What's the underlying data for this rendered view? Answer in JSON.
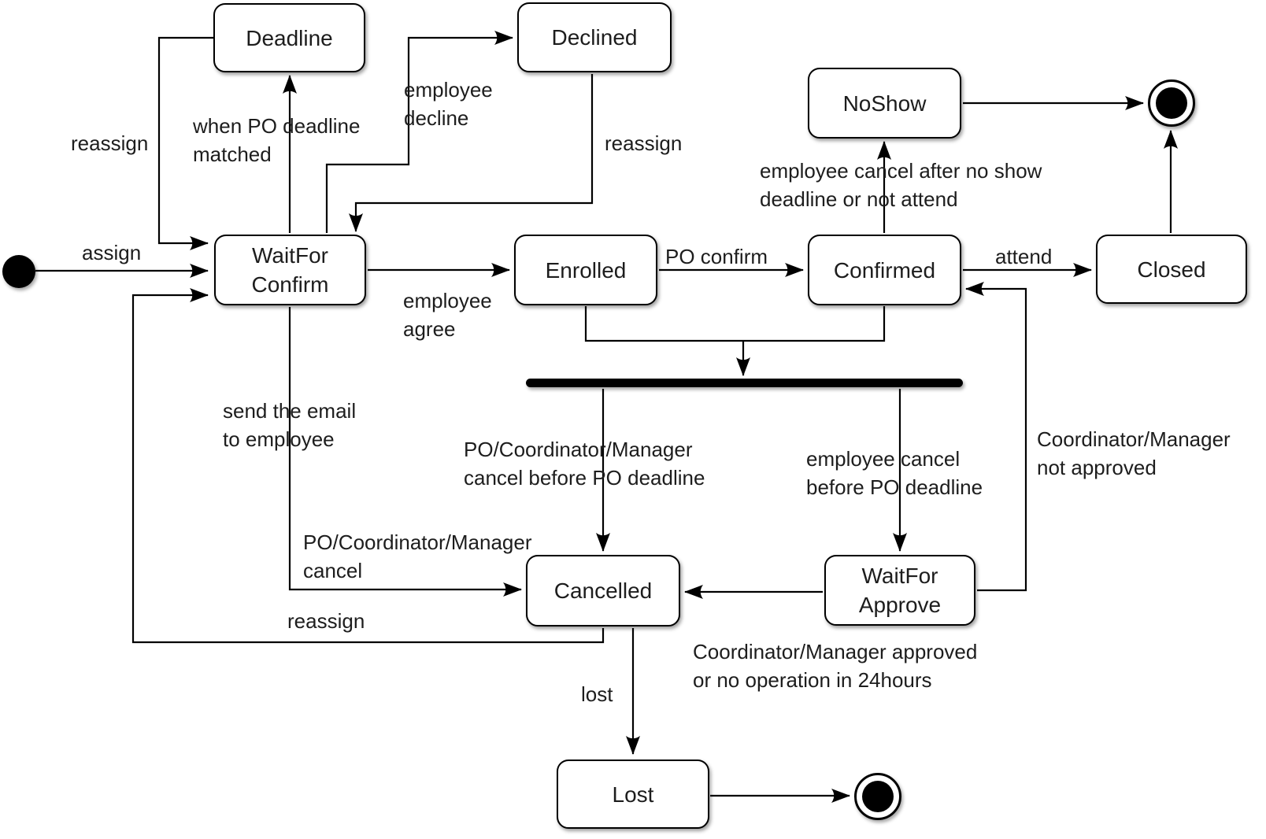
{
  "diagram_type": "uml-state-machine",
  "colors": {
    "background": "#ffffff",
    "stroke": "#000000",
    "text": "#1d1d1d",
    "state_fill": "#ffffff"
  },
  "states": {
    "deadline": {
      "label": "Deadline"
    },
    "declined": {
      "label": "Declined"
    },
    "noshow": {
      "label": "NoShow"
    },
    "wait_for_confirm": {
      "label": "WaitFor\nConfirm"
    },
    "enrolled": {
      "label": "Enrolled"
    },
    "confirmed": {
      "label": "Confirmed"
    },
    "closed": {
      "label": "Closed"
    },
    "cancelled": {
      "label": "Cancelled"
    },
    "wait_for_approve": {
      "label": "WaitFor\nApprove"
    },
    "lost": {
      "label": "Lost"
    }
  },
  "pseudo_states": {
    "initial": "initial-state",
    "final_top": "final-state",
    "final_bottom": "final-state",
    "fork_join": "fork-join-bar"
  },
  "edge_labels": {
    "assign": "assign",
    "reassign_from_deadline": "reassign",
    "when_po_deadline_matched": "when PO deadline\nmatched",
    "employee_decline": "employee\ndecline",
    "reassign_from_declined": "reassign",
    "employee_agree": "employee\nagree",
    "po_confirm": "PO confirm",
    "attend": "attend",
    "employee_cancel_after_no_show": "employee cancel after no show\ndeadline or not attend",
    "send_the_email": "send the email\nto employee",
    "po_coordinator_manager_cancel": "PO/Coordinator/Manager\ncancel",
    "reassign_from_cancelled": "reassign",
    "po_cm_cancel_before_deadline": "PO/Coordinator/Manager\ncancel before PO deadline",
    "employee_cancel_before_deadline": "employee cancel\nbefore PO deadline",
    "coordinator_manager_not_approved": "Coordinator/Manager\nnot approved",
    "coordinator_manager_approved": "Coordinator/Manager approved\nor no operation in 24hours",
    "lost": "lost"
  }
}
